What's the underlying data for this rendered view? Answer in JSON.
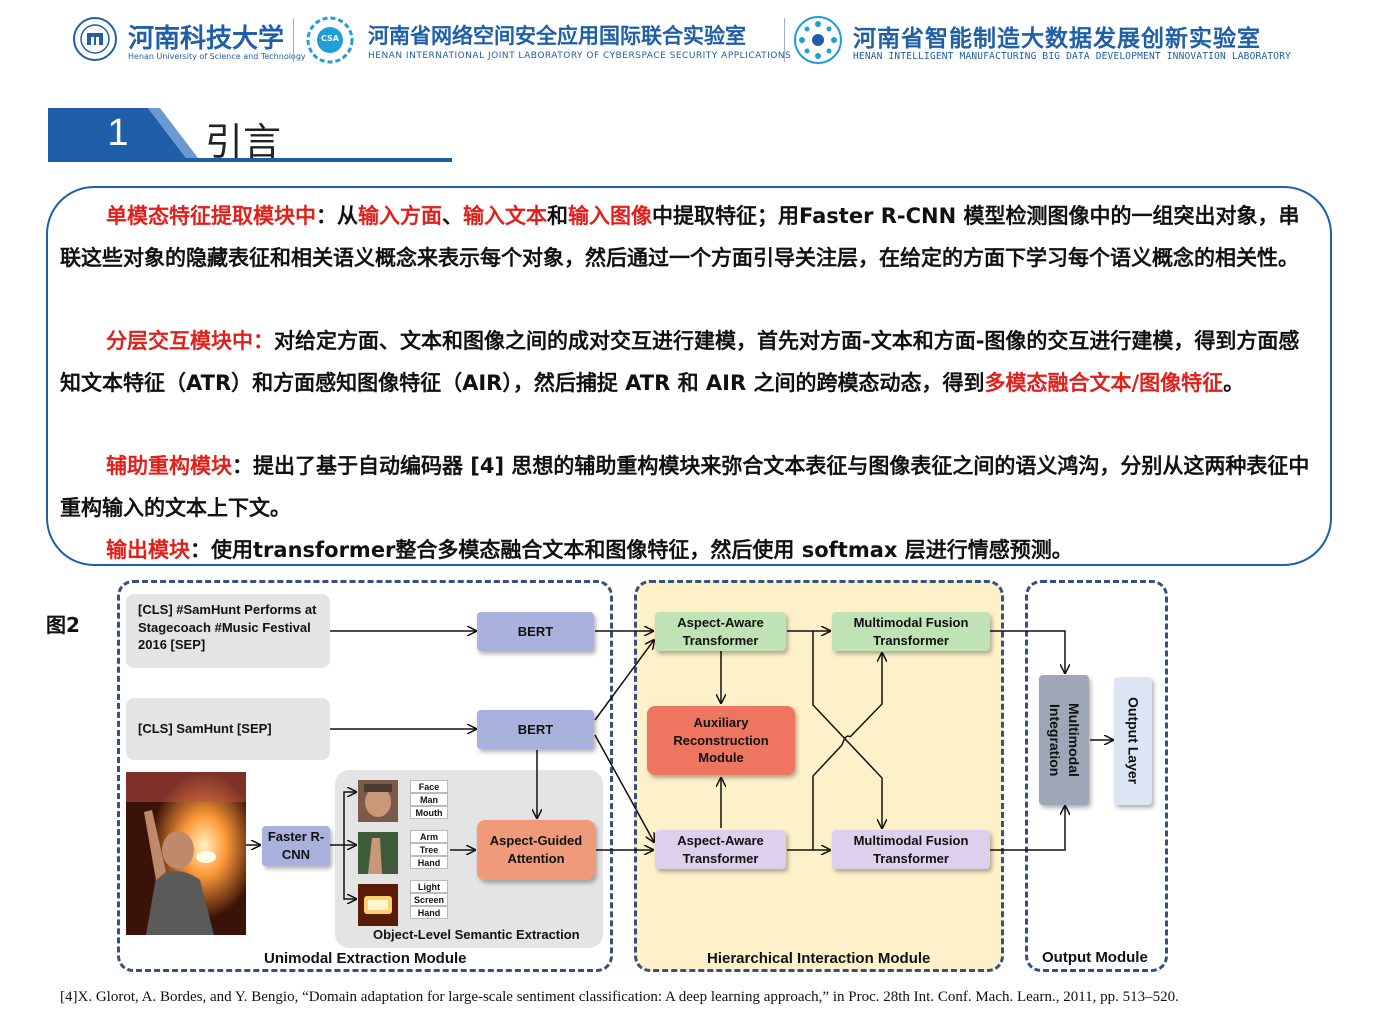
{
  "header": {
    "university_cn": "河南科技大学",
    "university_en": "Henan University of Science and Technology",
    "lab1_cn": "河南省网络空间安全应用国际联合实验室",
    "lab1_en": "HENAN INTERNATIONAL JOINT LABORATORY OF CYBERSPACE SECURITY APPLICATIONS",
    "lab2_cn": "河南省智能制造大数据发展创新实验室",
    "lab2_en": "HENAN INTELLIGENT MANUFACTURING BIG DATA DEVELOPMENT INNOVATION LABORATORY",
    "logo_badge": "CSA"
  },
  "section": {
    "number": "1",
    "title": "引言"
  },
  "intro": {
    "p1": {
      "t1": "单模态特征提取模块中",
      "t2": "：从",
      "t3": "输入方面",
      "t4": "、",
      "t5": "输入文本",
      "t6": "和",
      "t7": "输入图像",
      "t8": "中提取特征；用Faster R-CNN 模型检测图像中的一组突出对象，串联这些对象的隐藏表征和相关语义概念来表示每个对象，然后通过一个方面引导关注层，在给定的方面下学习每个语义概念的相关性。"
    },
    "p2": {
      "t1": "分层交互模块中：",
      "t2": "对给定方面、文本和图像之间的成对交互进行建模，首先对方面-文本和方面-图像的交互进行建模，得到方面感知文本特征（ATR）和方面感知图像特征（AIR），然后捕捉 ATR 和 AIR 之间的跨模态动态，得到",
      "t3": "多模态融合文本/图像特征",
      "t4": "。"
    },
    "p3": {
      "t1": "辅助重构模块",
      "t2": "：提出了基于自动编码器 [4] 思想的辅助重构模块来弥合文本表征与图像表征之间的语义鸿沟，分别从这两种表征中重构输入的文本上下文。"
    },
    "p4": {
      "t1": "输出模块",
      "t2": "：使用transformer整合多模态融合文本和图像特征，然后使用 softmax 层进行情感预测。"
    }
  },
  "figure": {
    "label": "图2",
    "input1": "[CLS] #SamHunt Performs at Stagecoach #Music Festival 2016 [SEP]",
    "input2": "[CLS] SamHunt [SEP]",
    "bert1": "BERT",
    "bert2": "BERT",
    "faster_rcnn": "Faster R-CNN",
    "tags": [
      [
        "Face",
        "Man",
        "Mouth"
      ],
      [
        "Arm",
        "Tree",
        "Hand"
      ],
      [
        "Light",
        "Screen",
        "Hand"
      ]
    ],
    "object_level": "Object-Level Semantic Extraction",
    "aspect_guided": "Aspect-Guided Attention",
    "unimodal": "Unimodal Extraction Module",
    "aat1": "Aspect-Aware Transformer",
    "aat2": "Aspect-Aware Transformer",
    "arm": "Auxiliary Reconstruction Module",
    "mft1": "Multimodal Fusion Transformer",
    "mft2": "Multimodal Fusion Transformer",
    "hierarchical": "Hierarchical Interaction Module",
    "integration": "Multimodal Integration",
    "output_layer": "Output Layer",
    "output_module": "Output Module",
    "colors": {
      "bert": "#a9b2dc",
      "aat1": "#bfe3b5",
      "aat2": "#ddd0ec",
      "arm": "#ee7560",
      "aga": "#ef9a7a",
      "frcnn": "#a9b2dc",
      "yellow": "#fdf1c9",
      "gray": "#e4e4e4",
      "integration": "#9ea6b8",
      "output": "#dde4f4"
    }
  },
  "reference": "[4]X. Glorot, A. Bordes, and Y. Bengio, “Domain adaptation for large-scale sentiment classification: A deep learning approach,” in Proc. 28th Int. Conf. Mach. Learn., 2011, pp. 513–520."
}
